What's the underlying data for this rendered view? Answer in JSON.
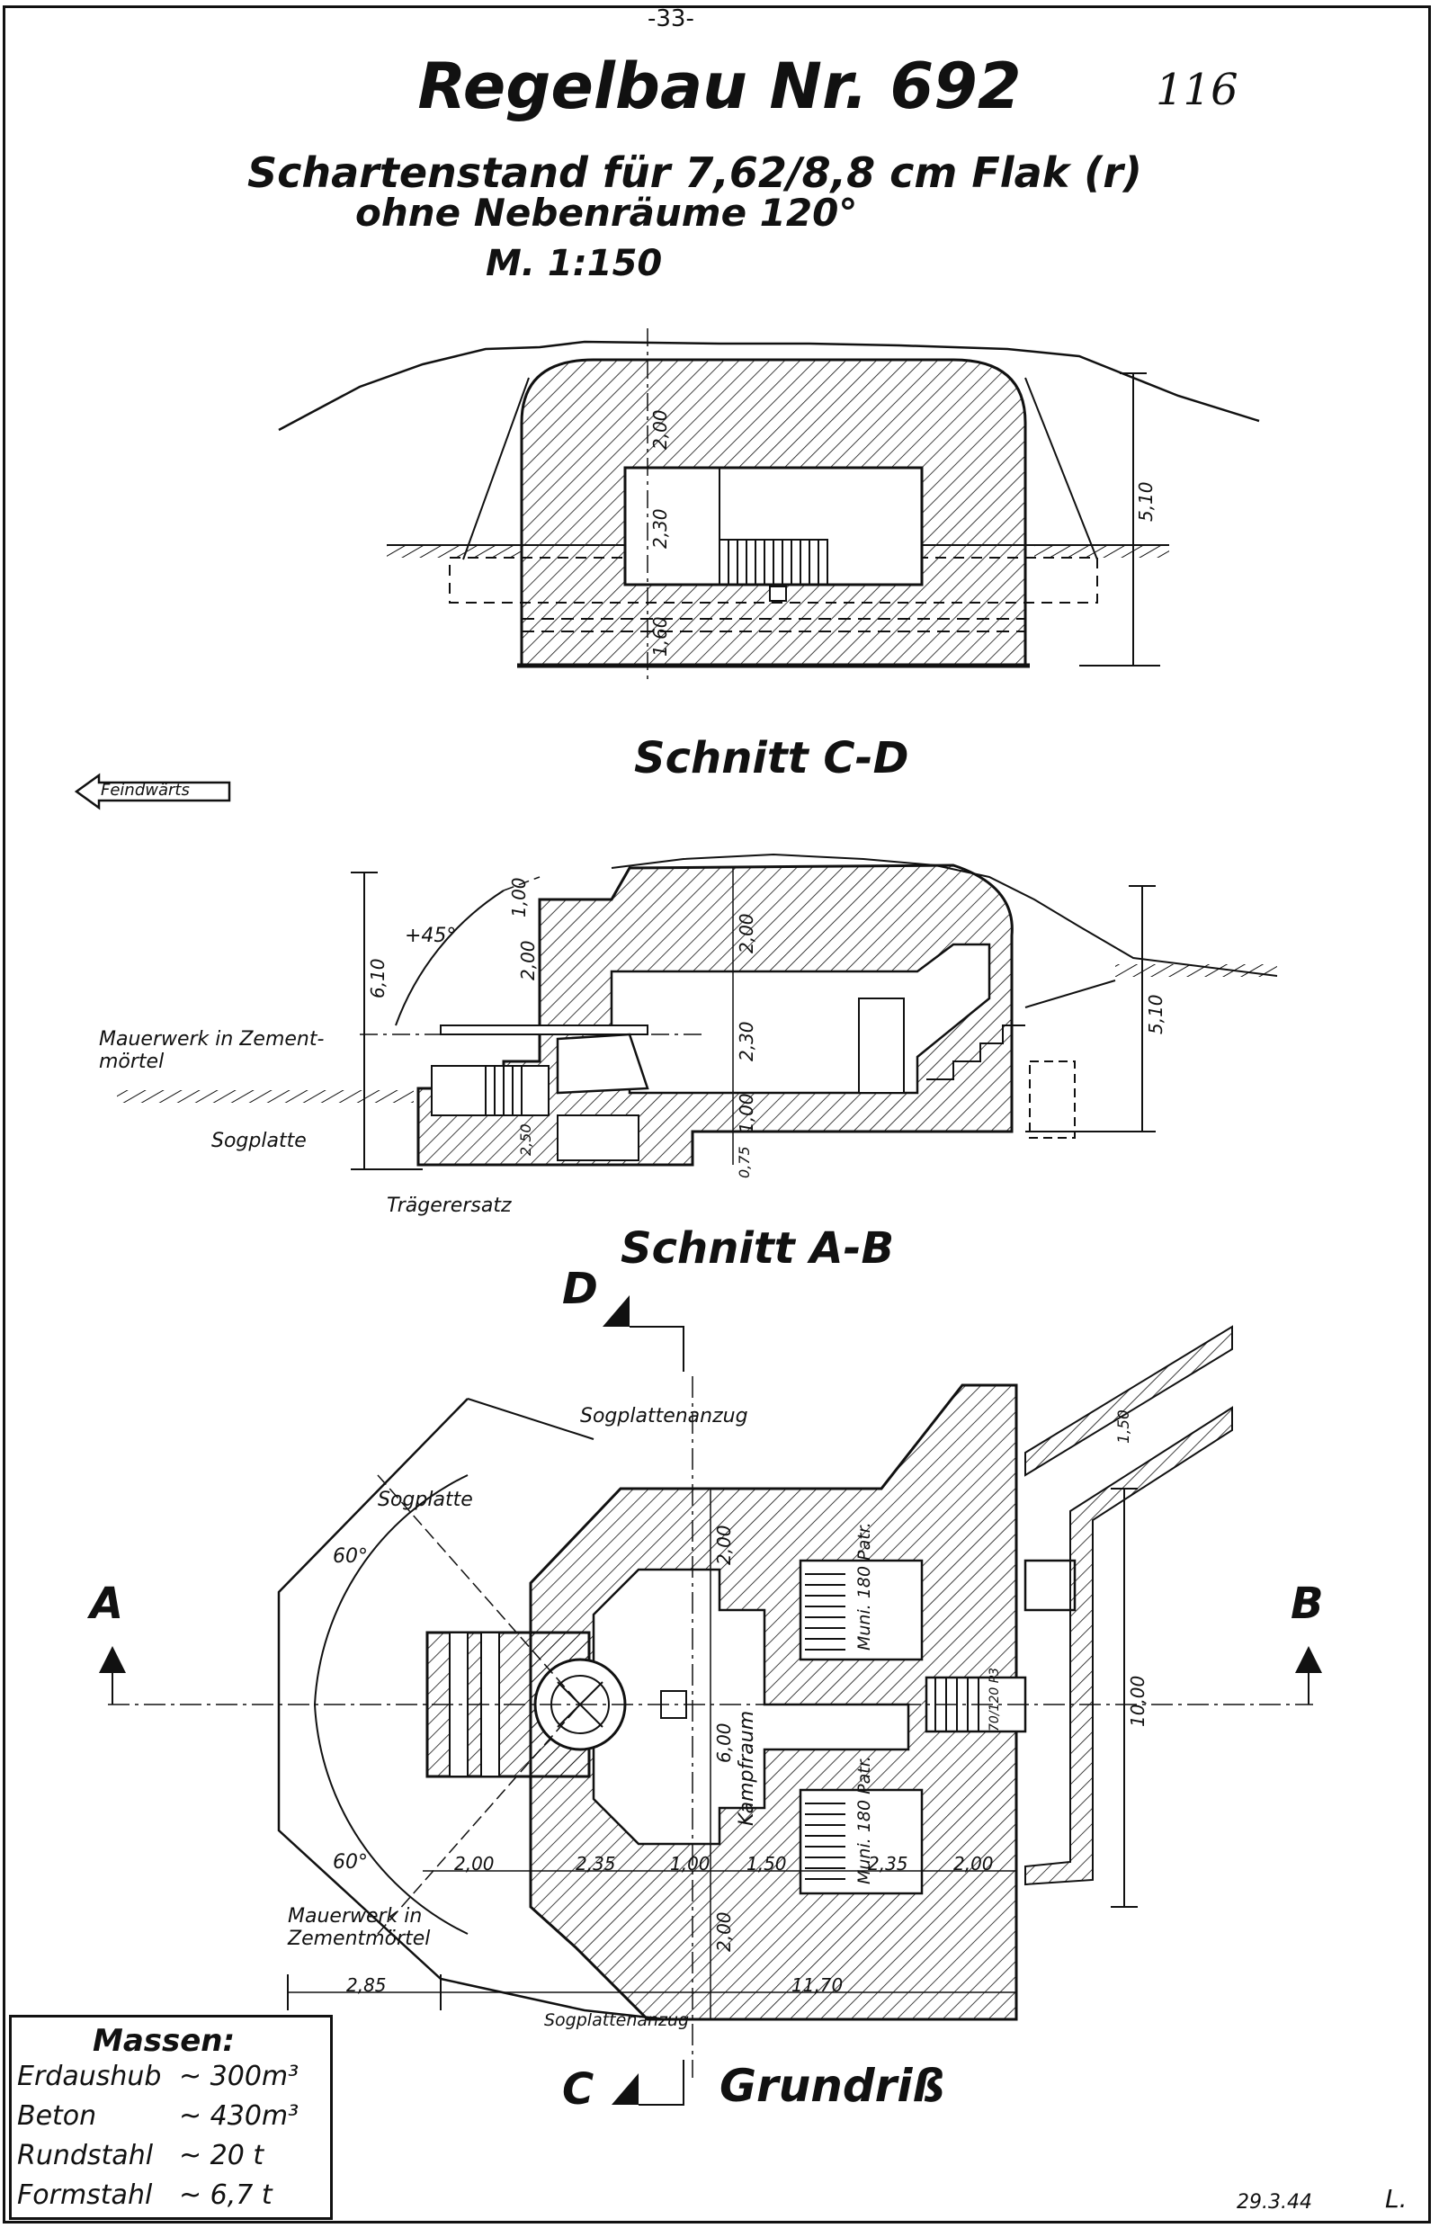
{
  "page_number": "-33-",
  "title": "Regelbau Nr. 692",
  "handwritten_number": "116",
  "subtitle_line1": "Schartenstand für 7,62/8,8 cm Flak (r)",
  "subtitle_line2": "ohne Nebenräume 120°",
  "scale": "M. 1:150",
  "captions": {
    "section_cd": "Schnitt C-D",
    "section_ab": "Schnitt A-B",
    "plan": "Grundriß"
  },
  "direction_arrow": "Feindwärts",
  "section_markers": {
    "a": "A",
    "b": "B",
    "c": "C",
    "d": "D"
  },
  "labels": {
    "masonry1_line1": "Mauerwerk in Zement-",
    "masonry1_line2": "mörtel",
    "sogplatte_ab": "Sogplatte",
    "traegerersatz": "Trägerersatz",
    "sogplattenanzug_top": "Sogplattenanzug",
    "sogplatte_plan": "Sogplatte",
    "masonry2_line1": "Mauerwerk in",
    "masonry2_line2": "Zementmörtel",
    "sogplattenanzug_bottom": "Sogplattenanzug",
    "kampfraum": "Kampfraum",
    "muni_top": "Muni. 180 Patr.",
    "muni_bottom": "Muni. 180 Patr.",
    "angle_45": "+45°",
    "angle_60a": "60°",
    "angle_60b": "60°",
    "door_label": "70/120 P3"
  },
  "dimensions": {
    "cd_top": "2,00",
    "cd_mid": "2,30",
    "cd_bottom": "1,60",
    "cd_height": "5,10",
    "ab_left_height": "6,10",
    "ab_top_small": "1,00",
    "ab_top": "2,00",
    "ab_mid": "2,30",
    "ab_bottom": "1,00",
    "ab_foot": "0,75",
    "ab_height": "5,10",
    "ab_small": "2,50",
    "ab_roof": "2,00",
    "plan_top": "2,00",
    "plan_mid": "6,00",
    "plan_bottom": "2,00",
    "plan_right": "10,00",
    "plan_corr": "1,50",
    "row_1": "2,00",
    "row_2": "2,35",
    "row_3": "1,00",
    "row_4": "1,50",
    "row_5": "2,35",
    "row_6": "2,00",
    "total_left": "2,85",
    "total_right": "11,70"
  },
  "masses": {
    "heading": "Massen:",
    "rows": [
      {
        "name": "Erdaushub",
        "value": "~ 300m³"
      },
      {
        "name": "Beton",
        "value": "~ 430m³"
      },
      {
        "name": "Rundstahl",
        "value": "~ 20 t"
      },
      {
        "name": "Formstahl",
        "value": "~ 6,7 t"
      }
    ]
  },
  "date": "29.3.44",
  "signature": "L."
}
